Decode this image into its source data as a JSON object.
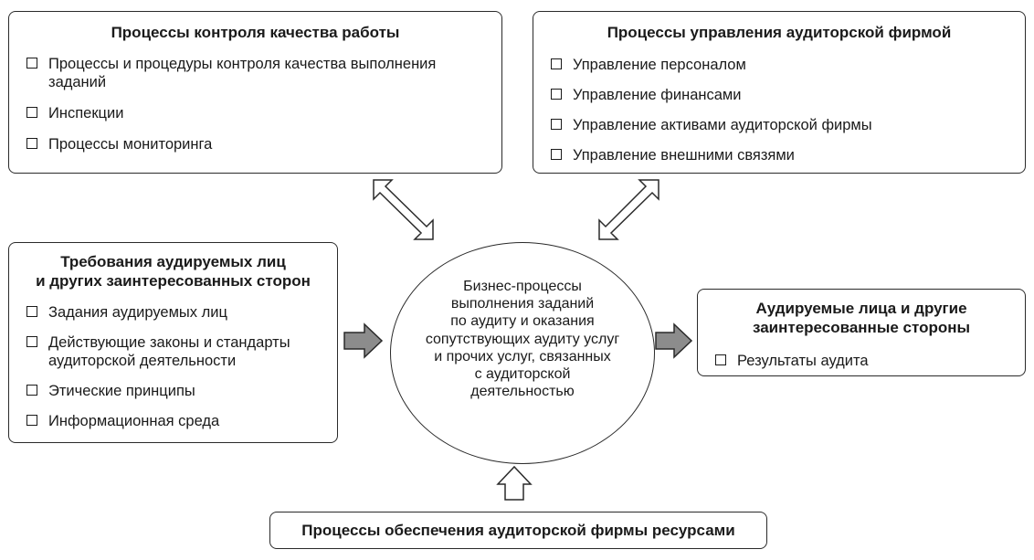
{
  "quality_box": {
    "title": "Процессы контроля качества работы",
    "items": [
      "Процессы и процедуры контроля качества выполнения заданий",
      "Инспекции",
      "Процессы мониторинга"
    ]
  },
  "management_box": {
    "title": "Процессы управления аудиторской фирмой",
    "items": [
      "Управление персоналом",
      "Управление финансами",
      "Управление активами аудиторской фирмы",
      "Управление внешними связями"
    ]
  },
  "requirements_box": {
    "title_line1": "Требования аудируемых лиц",
    "title_line2": "и других заинтересованных сторон",
    "items": [
      "Задания аудируемых лиц",
      "Действующие законы и стандарты аудиторской деятельности",
      "Этические принципы",
      "Информационная среда"
    ]
  },
  "core_process": {
    "text": "Бизнес-процессы\nвыполнения заданий\nпо аудиту и оказания\nсопутствующих аудиту услуг\nи прочих услуг, связанных\nс аудиторской\nдеятельностью"
  },
  "auditees_box": {
    "title_line1": "Аудируемые лица и другие",
    "title_line2": "заинтересованные стороны",
    "items": [
      "Результаты аудита"
    ]
  },
  "resources_box": {
    "title": "Процессы обеспечения аудиторской фирмы ресурсами"
  },
  "colors": {
    "border": "#2a2a2a",
    "solid_arrow_fill": "#8c8c8c",
    "hollow_arrow_fill": "#ffffff"
  }
}
